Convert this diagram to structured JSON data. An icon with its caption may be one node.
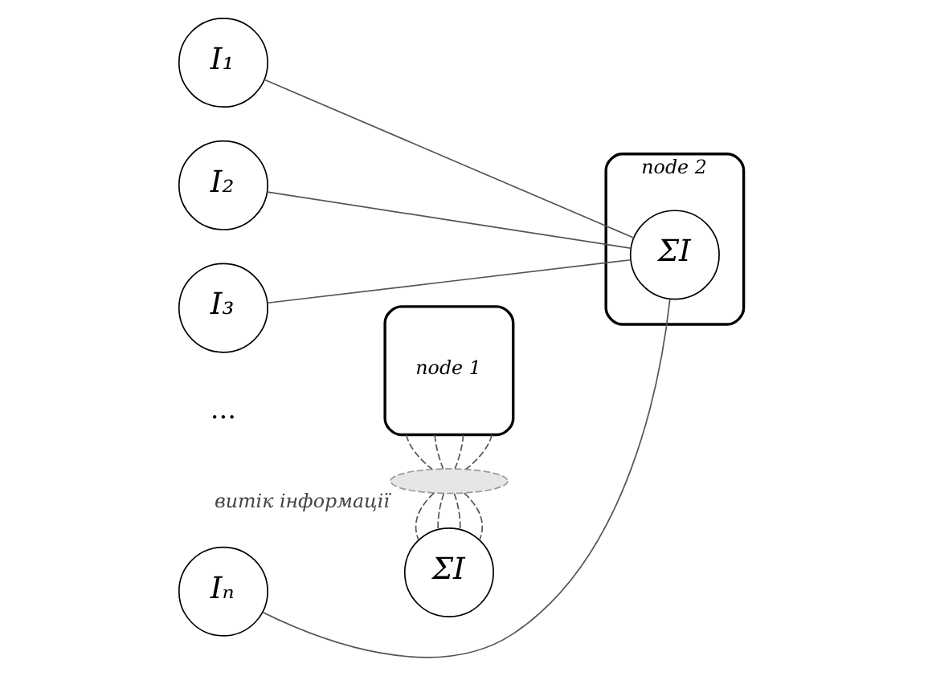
{
  "diagram": {
    "nodes": [
      {
        "text": [
          "I₁"
        ]
      },
      {
        "text": [
          "I₂"
        ]
      },
      {
        "text": [
          "I₃"
        ]
      },
      {
        "text": [
          "Iₙ"
        ]
      },
      {
        "text": [
          "node 1"
        ]
      },
      {
        "text": [
          "node 2"
        ]
      },
      {
        "text": [
          "ΣI"
        ],
        "in": 5
      },
      {
        "text": [],
        "shape": "ellipse",
        "beside": [
          "витік інформації"
        ]
      },
      {
        "text": [
          "ΣI"
        ]
      }
    ],
    "edges": [
      {
        "from": 0,
        "to": 6,
        "arrow": "none"
      },
      {
        "from": 1,
        "to": 6,
        "arrow": "none"
      },
      {
        "from": 2,
        "to": 6,
        "arrow": "none"
      },
      {
        "from": 3,
        "to": 6,
        "arrow": "none"
      },
      {
        "from": 4,
        "to": 7,
        "arrow": "none",
        "style": "dashed"
      },
      {
        "from": 4,
        "to": 7,
        "arrow": "none",
        "style": "dashed"
      },
      {
        "from": 4,
        "to": 7,
        "arrow": "none",
        "style": "dashed"
      },
      {
        "from": 4,
        "to": 7,
        "arrow": "none",
        "style": "dashed"
      },
      {
        "from": 7,
        "to": 8,
        "arrow": "none",
        "style": "dashed"
      },
      {
        "from": 7,
        "to": 8,
        "arrow": "none",
        "style": "dashed"
      },
      {
        "from": 7,
        "to": 8,
        "arrow": "none",
        "style": "dashed"
      },
      {
        "from": 7,
        "to": 8,
        "arrow": "none",
        "style": "dashed"
      }
    ],
    "labels": [
      "..."
    ]
  }
}
